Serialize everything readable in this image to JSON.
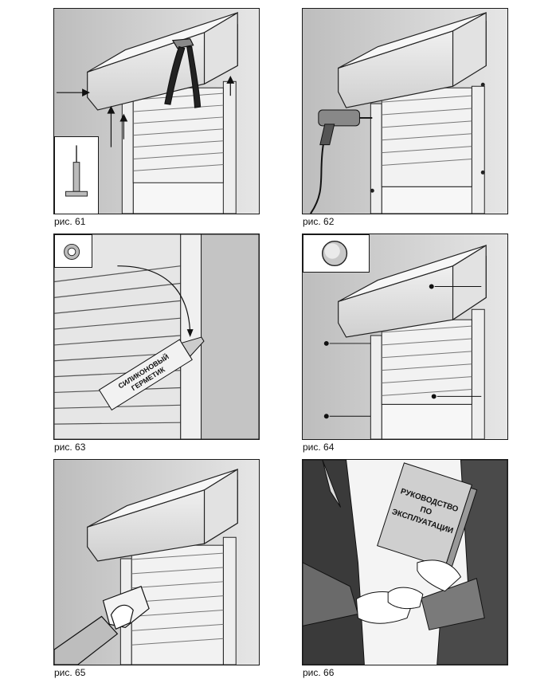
{
  "figures": [
    {
      "id": "61",
      "caption": "рис. 61"
    },
    {
      "id": "62",
      "caption": "рис. 62"
    },
    {
      "id": "63",
      "caption": "рис. 63",
      "tube_label_line1": "СИЛИКОНОВЫЙ",
      "tube_label_line2": "ГЕРМЕТИК"
    },
    {
      "id": "64",
      "caption": "рис. 64"
    },
    {
      "id": "65",
      "caption": "рис. 65"
    },
    {
      "id": "66",
      "caption": "рис. 66",
      "manual_line1": "РУКОВОДСТВО",
      "manual_line2": "ПО",
      "manual_line3": "ЭКСПЛУАТАЦИИ"
    }
  ]
}
